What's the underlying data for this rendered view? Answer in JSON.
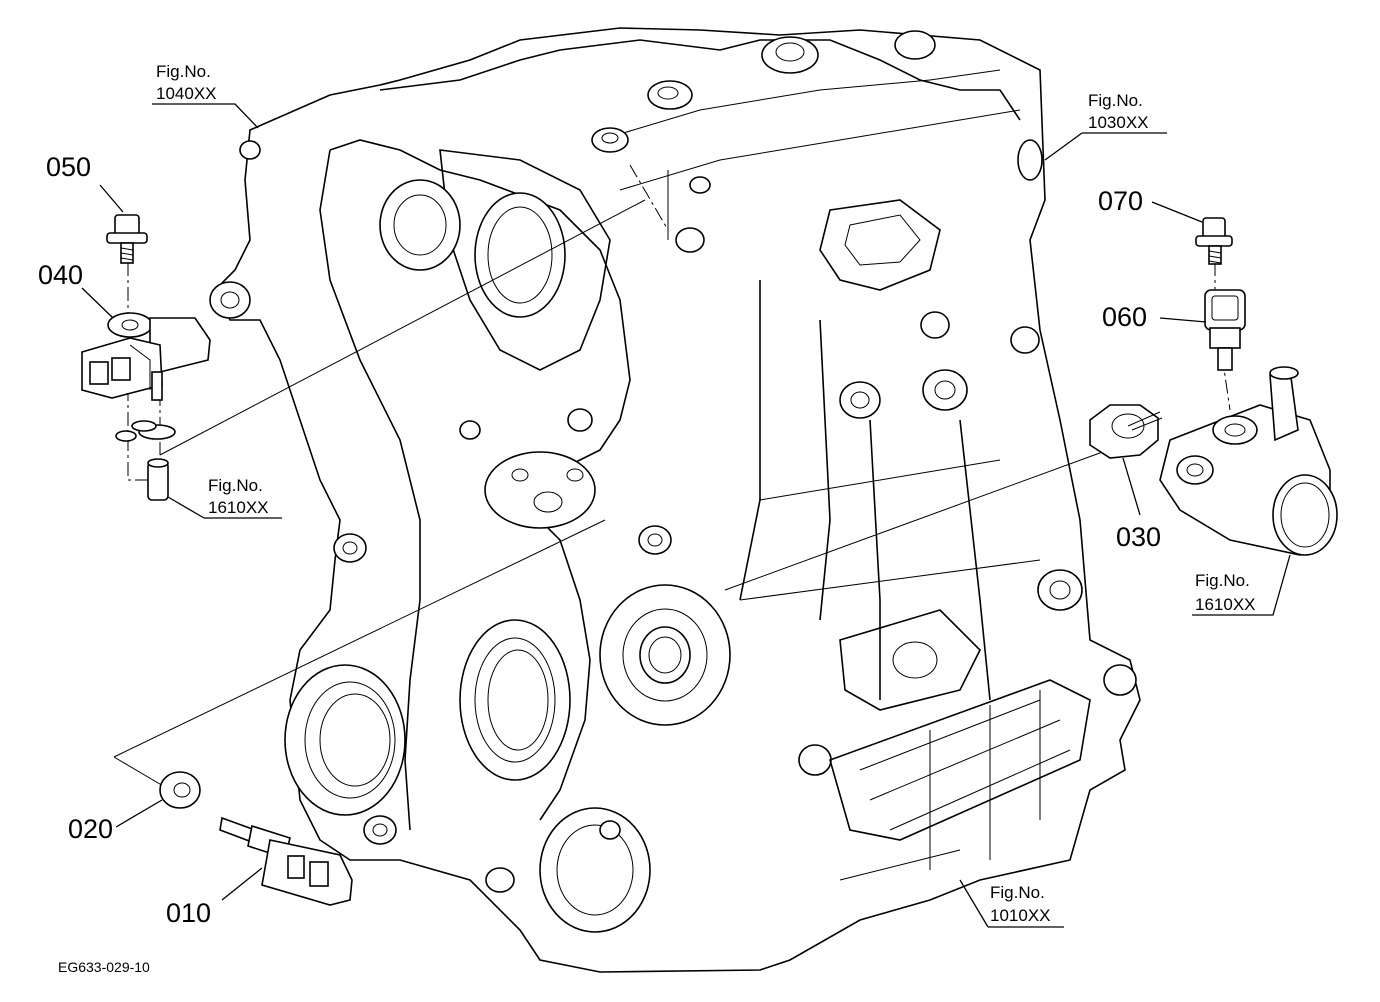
{
  "parts": [
    {
      "id": "010",
      "label": "010"
    },
    {
      "id": "020",
      "label": "020"
    },
    {
      "id": "030",
      "label": "030"
    },
    {
      "id": "040",
      "label": "040"
    },
    {
      "id": "050",
      "label": "050"
    },
    {
      "id": "060",
      "label": "060"
    },
    {
      "id": "070",
      "label": "070"
    }
  ],
  "figure_refs": [
    {
      "line1": "Fig.No.",
      "line2": "1040XX"
    },
    {
      "line1": "Fig.No.",
      "line2": "1030XX"
    },
    {
      "line1": "Fig.No.",
      "line2": "1610XX"
    },
    {
      "line1": "Fig.No.",
      "line2": "1610XX"
    },
    {
      "line1": "Fig.No.",
      "line2": "1010XX"
    }
  ],
  "drawing_code": "EG633-029-10"
}
